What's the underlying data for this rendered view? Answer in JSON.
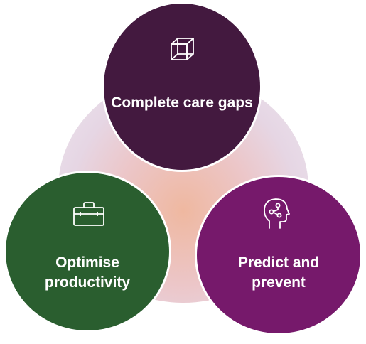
{
  "diagram": {
    "nodes": [
      {
        "label": "Complete care gaps",
        "icon": "cube-icon",
        "color": "#43193f"
      },
      {
        "label_lines": [
          "Optimise",
          "productivity"
        ],
        "icon": "briefcase-icon",
        "color": "#2a5e2f"
      },
      {
        "label_lines": [
          "Predict and",
          "prevent"
        ],
        "icon": "ai-head-icon",
        "color": "#76196b"
      }
    ]
  }
}
